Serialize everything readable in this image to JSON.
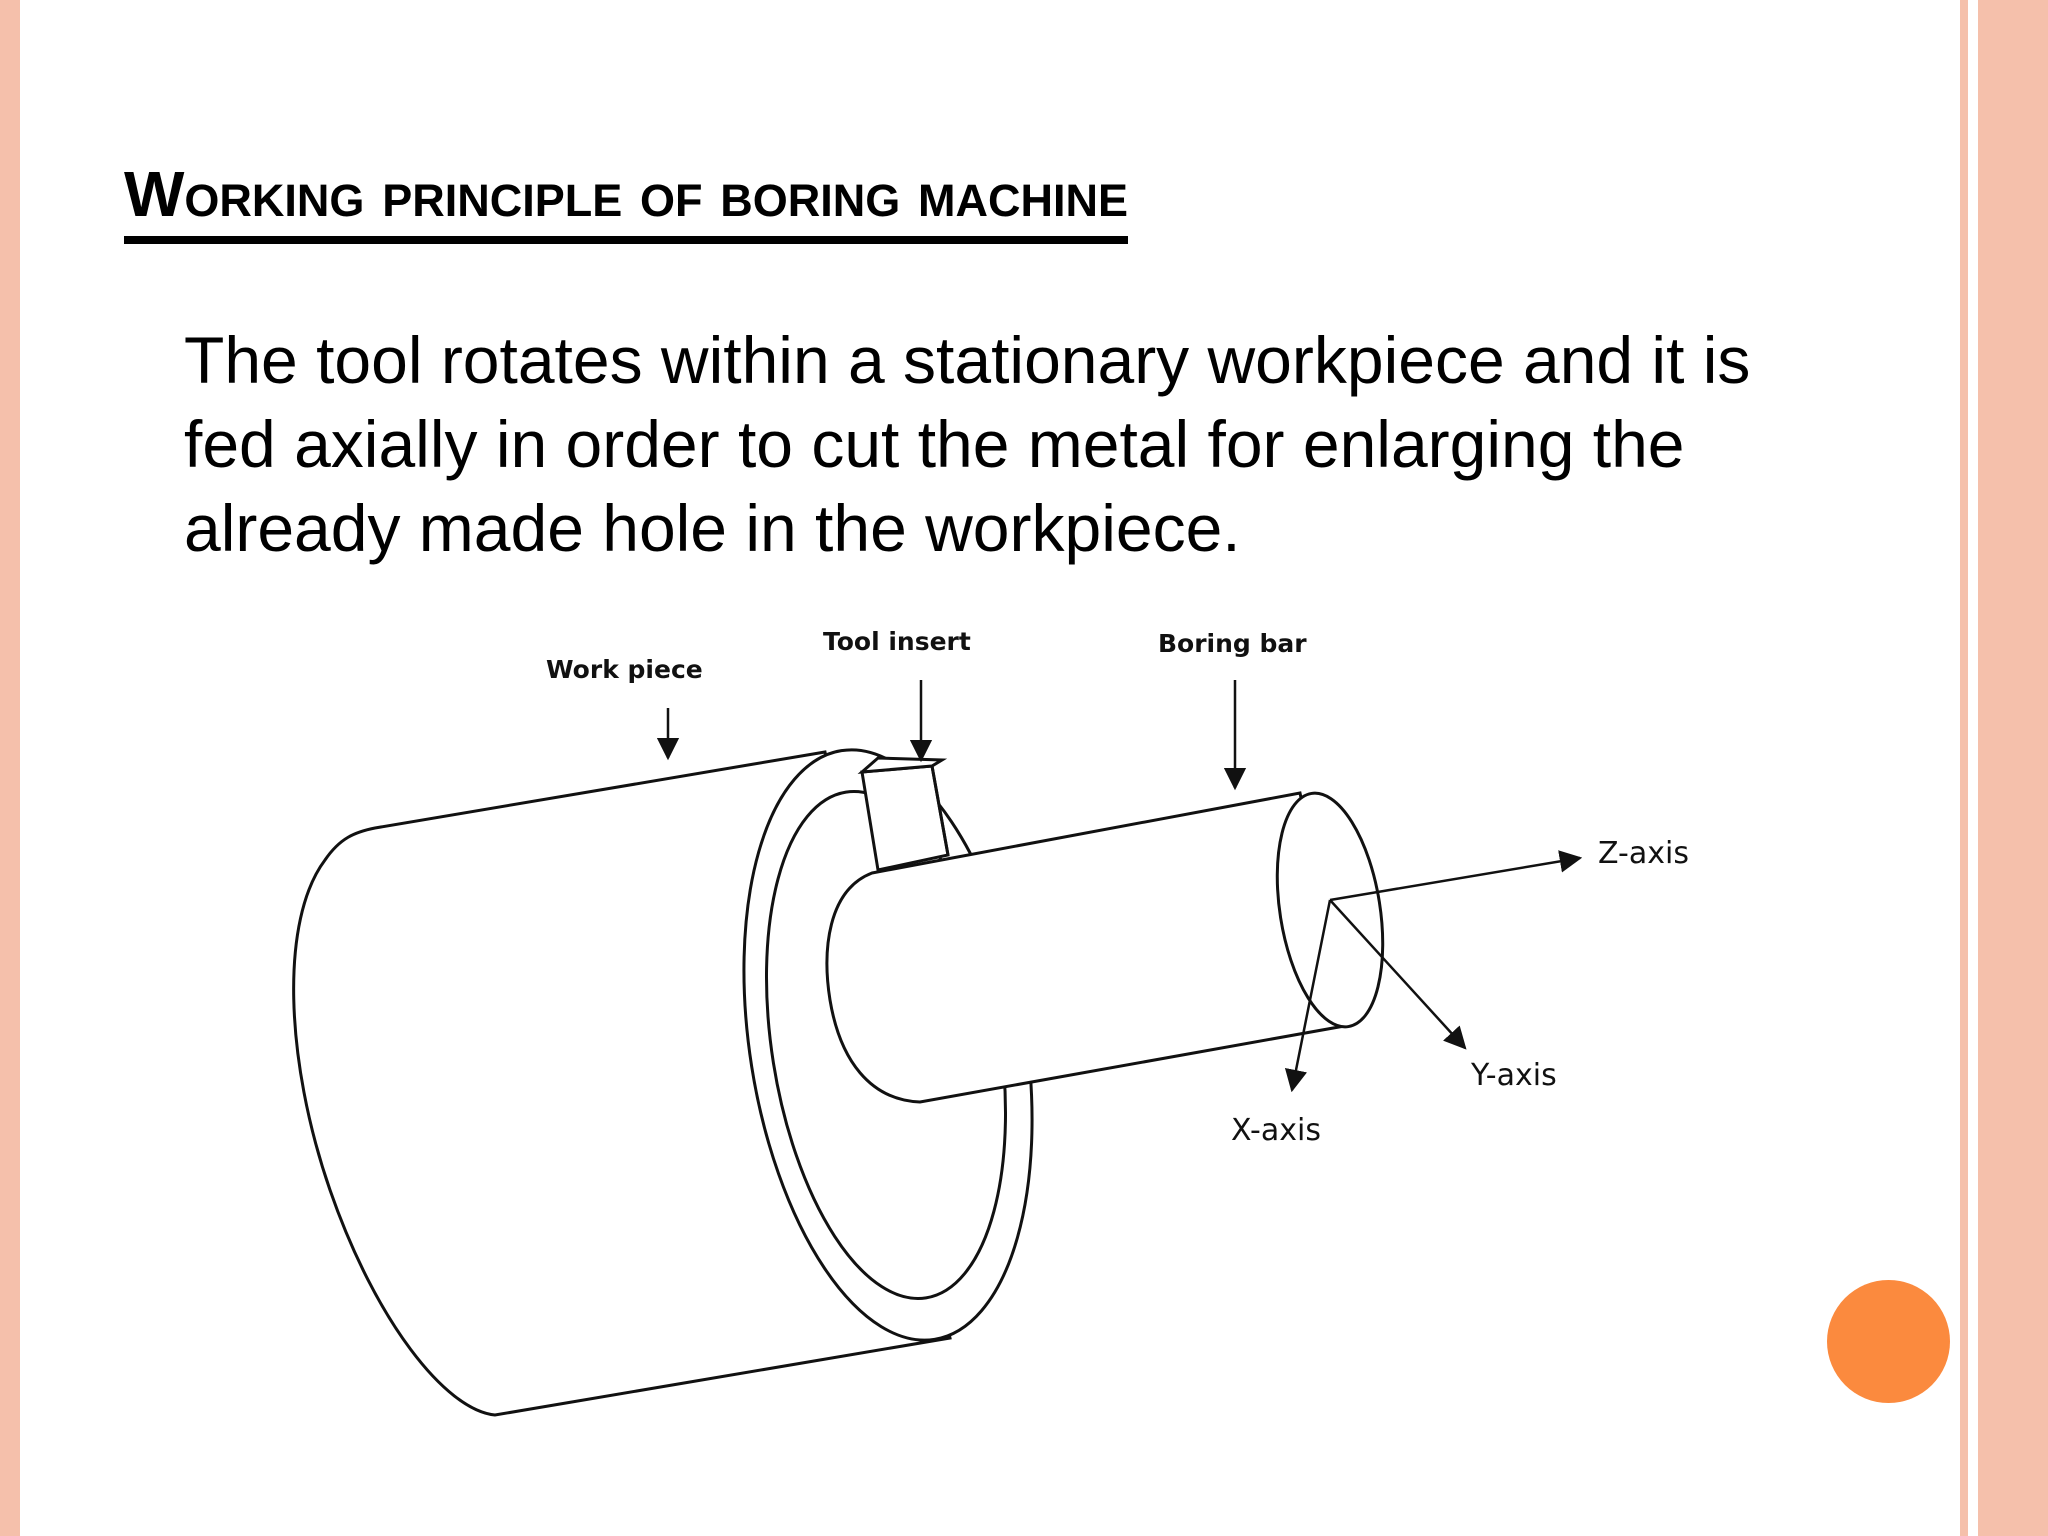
{
  "slide": {
    "title": "Working principle of boring machine",
    "body_lines": [
      "The tool rotates within a stationary workpiece and it is",
      "fed axially in order to cut the metal for enlarging the",
      "already made hole in the workpiece."
    ]
  },
  "diagram": {
    "labels": {
      "work_piece": "Work piece",
      "tool_insert": "Tool insert",
      "boring_bar": "Boring bar",
      "z_axis": "Z-axis",
      "y_axis": "Y-axis",
      "x_axis": "X-axis"
    }
  },
  "colors": {
    "border_stripe": "#f5c0ab",
    "accent_dot": "#fb8a3e",
    "line": "#111111"
  }
}
